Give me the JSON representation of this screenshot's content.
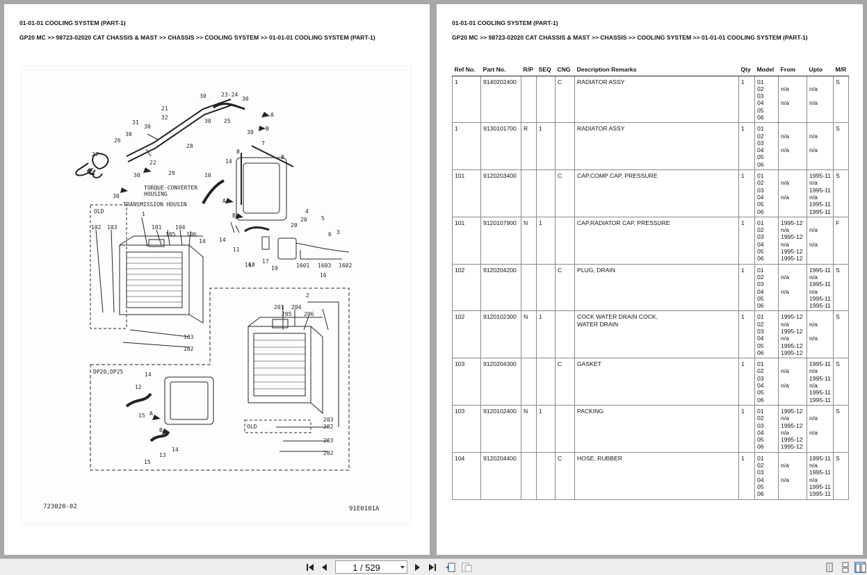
{
  "left_page": {
    "title": "01-01-01 COOLING SYSTEM (PART-1)",
    "breadcrumb": "GP20 MC >> 98723-02020 CAT CHASSIS & MAST >> CHASSIS >> COOLING SYSTEM >> 01-01-01 COOLING SYSTEM (PART-1)",
    "drawing": {
      "note_torque": "TORQUE-CONVERTER",
      "note_housing": "HOUSING",
      "note_transmission": "TRANSMISSION HOUSIN",
      "box_old_top": "OLD",
      "box_dp": "DP20,DP25",
      "box_old_bottom": "OLD",
      "code_left": "723020-02",
      "code_right": "91E0101A",
      "labels": {
        "l1": "1",
        "l2": "2",
        "l3": "3",
        "l4": "4",
        "l5": "5",
        "l6": "6",
        "l7": "7",
        "l8": "8",
        "l10": "10",
        "l11": "11",
        "l12": "12",
        "l13": "13",
        "l14": "14",
        "l15": "15",
        "l16": "16",
        "l17": "17",
        "l18": "18",
        "l19": "19",
        "l20": "20",
        "l21": "21",
        "l22": "22",
        "l23": "23-24",
        "l25": "25",
        "l26": "26",
        "l27": "27",
        "l28": "28",
        "l29": "29",
        "l30": "30",
        "l31": "31",
        "l32": "32",
        "l101": "101",
        "l102": "102",
        "l103": "103",
        "l104": "104",
        "l105": "105",
        "l106": "106",
        "l201": "201",
        "l202": "202",
        "l203": "203",
        "l204": "204",
        "l205": "205",
        "l206": "206",
        "l1601": "1601",
        "l1602": "1602",
        "l1603": "1603",
        "arrow_a": "A",
        "arrow_b": "B"
      }
    }
  },
  "right_page": {
    "title": "01-01-01 COOLING SYSTEM (PART-1)",
    "breadcrumb": "GP20 MC >> 98723-02020 CAT CHASSIS & MAST >> CHASSIS >> COOLING SYSTEM >> 01-01-01 COOLING SYSTEM (PART-1)",
    "columns": [
      "Ref No.",
      "Part No.",
      "R/P",
      "SEQ",
      "CNG",
      "Description Remarks",
      "Qty",
      "Model",
      "From",
      "Upto",
      "M/R"
    ],
    "rows": [
      {
        "ref": "1",
        "part": "9140202400",
        "rp": "",
        "seq": "",
        "cng": "C",
        "desc": "RADIATOR ASSY",
        "qty": "1",
        "model": "01\n02\n03\n04\n05\n06",
        "from": "\nn/a\n\nn/a",
        "upto": "\nn/a\n\nn/a",
        "mr": "S"
      },
      {
        "ref": "1",
        "part": "9130101700",
        "rp": "R",
        "seq": "1",
        "cng": "",
        "desc": "RADIATOR ASSY",
        "qty": "1",
        "model": "01\n02\n03\n04\n05\n06",
        "from": "\nn/a\n\nn/a",
        "upto": "\nn/a\n\nn/a",
        "mr": "S"
      },
      {
        "ref": "101",
        "part": "9120203400",
        "rp": "",
        "seq": "",
        "cng": "C",
        "desc": "CAP,COMP CAP, PRESSURE",
        "qty": "1",
        "model": "01\n02\n03\n04\n05\n06",
        "from": "\nn/a\n\nn/a",
        "upto": "1995-11\nn/a\n1995-11\nn/a\n1995-11\n1995-11",
        "mr": "S"
      },
      {
        "ref": "101",
        "part": "9120107900",
        "rp": "N",
        "seq": "1",
        "cng": "",
        "desc": "CAP,RADIATOR CAP, PRESSURE",
        "qty": "1",
        "model": "01\n02\n03\n04\n05\n06",
        "from": "1995-12\nn/a\n1995-12\nn/a\n1995-12\n1995-12",
        "upto": "\nn/a\n\nn/a",
        "mr": "F"
      },
      {
        "ref": "102",
        "part": "9120204200",
        "rp": "",
        "seq": "",
        "cng": "C",
        "desc": "PLUG, DRAIN",
        "qty": "1",
        "model": "01\n02\n03\n04\n05\n06",
        "from": "\nn/a\n\nn/a",
        "upto": "1995-11\nn/a\n1995-11\nn/a\n1995-11\n1995-11",
        "mr": "S"
      },
      {
        "ref": "102",
        "part": "9120102300",
        "rp": "N",
        "seq": "1",
        "cng": "",
        "desc": "COCK WATER DRAIN COCK,\nWATER DRAIN",
        "qty": "1",
        "model": "01\n02\n03\n04\n05\n06",
        "from": "1995-12\nn/a\n1995-12\nn/a\n1995-12\n1995-12",
        "upto": "\nn/a\n\nn/a",
        "mr": "S"
      },
      {
        "ref": "103",
        "part": "9120204300",
        "rp": "",
        "seq": "",
        "cng": "C",
        "desc": "GASKET",
        "qty": "1",
        "model": "01\n02\n03\n04\n05\n06",
        "from": "\nn/a\n\nn/a",
        "upto": "1995-11\nn/a\n1995-11\nn/a\n1995-11\n1995-11",
        "mr": "S"
      },
      {
        "ref": "103",
        "part": "9120102400",
        "rp": "N",
        "seq": "1",
        "cng": "",
        "desc": "PACKING",
        "qty": "1",
        "model": "01\n02\n03\n04\n05\n06",
        "from": "1995-12\nn/a\n1995-12\nn/a\n1995-12\n1995-12",
        "upto": "\nn/a\n\nn/a",
        "mr": "S"
      },
      {
        "ref": "104",
        "part": "9120204400",
        "rp": "",
        "seq": "",
        "cng": "C",
        "desc": "HOSE, RUBBER",
        "qty": "1",
        "model": "01\n02\n03\n04\n05\n06",
        "from": "\nn/a\n\nn/a",
        "upto": "1995-11\nn/a\n1995-11\nn/a\n1995-11\n1995-11",
        "mr": "S"
      }
    ]
  },
  "toolbar": {
    "page_indicator": "1 / 529",
    "icons": [
      "first-page-icon",
      "prev-page-icon",
      "next-page-icon",
      "last-page-icon",
      "previous-view-icon",
      "next-view-icon",
      "single-page-view-icon",
      "continuous-view-icon",
      "two-page-view-icon"
    ]
  },
  "colors": {
    "background": "#a7a7a7",
    "toolbar": "#eeeeee",
    "page": "#ffffff",
    "active_view": "#2a7ad3"
  }
}
